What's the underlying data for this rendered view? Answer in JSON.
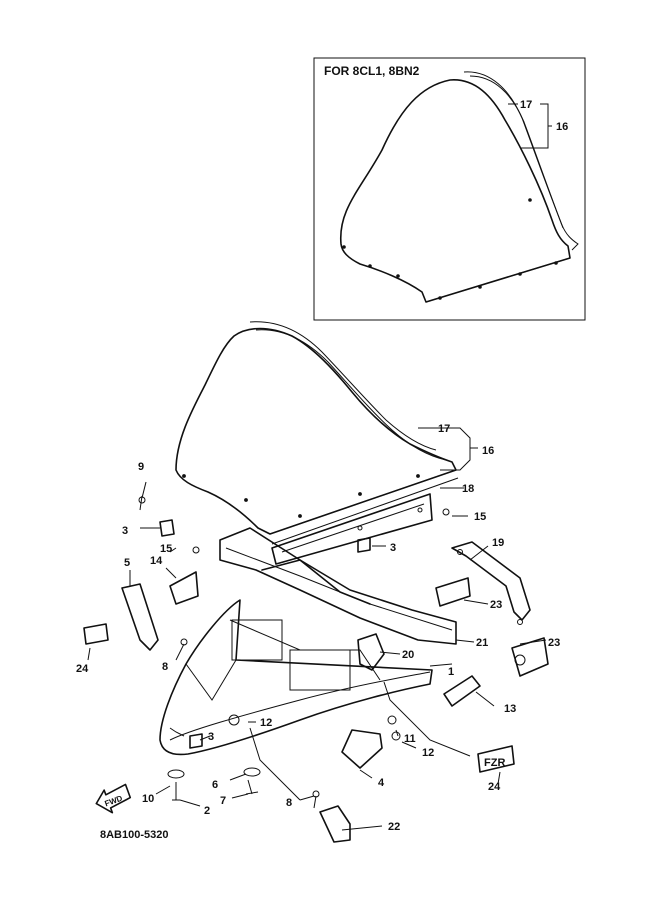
{
  "inset": {
    "title": "FOR 8CL1, 8BN2"
  },
  "inset_callouts": [
    "17",
    "16"
  ],
  "callouts": [
    "1",
    "2",
    "3",
    "3",
    "3",
    "4",
    "5",
    "6",
    "7",
    "8",
    "8",
    "9",
    "10",
    "11",
    "12",
    "12",
    "13",
    "14",
    "15",
    "15",
    "16",
    "17",
    "18",
    "19",
    "20",
    "21",
    "22",
    "23",
    "23",
    "24",
    "24"
  ],
  "fwd_label": "FWD",
  "decal_text": "FZR",
  "diagram_code": "8AB100-5320"
}
